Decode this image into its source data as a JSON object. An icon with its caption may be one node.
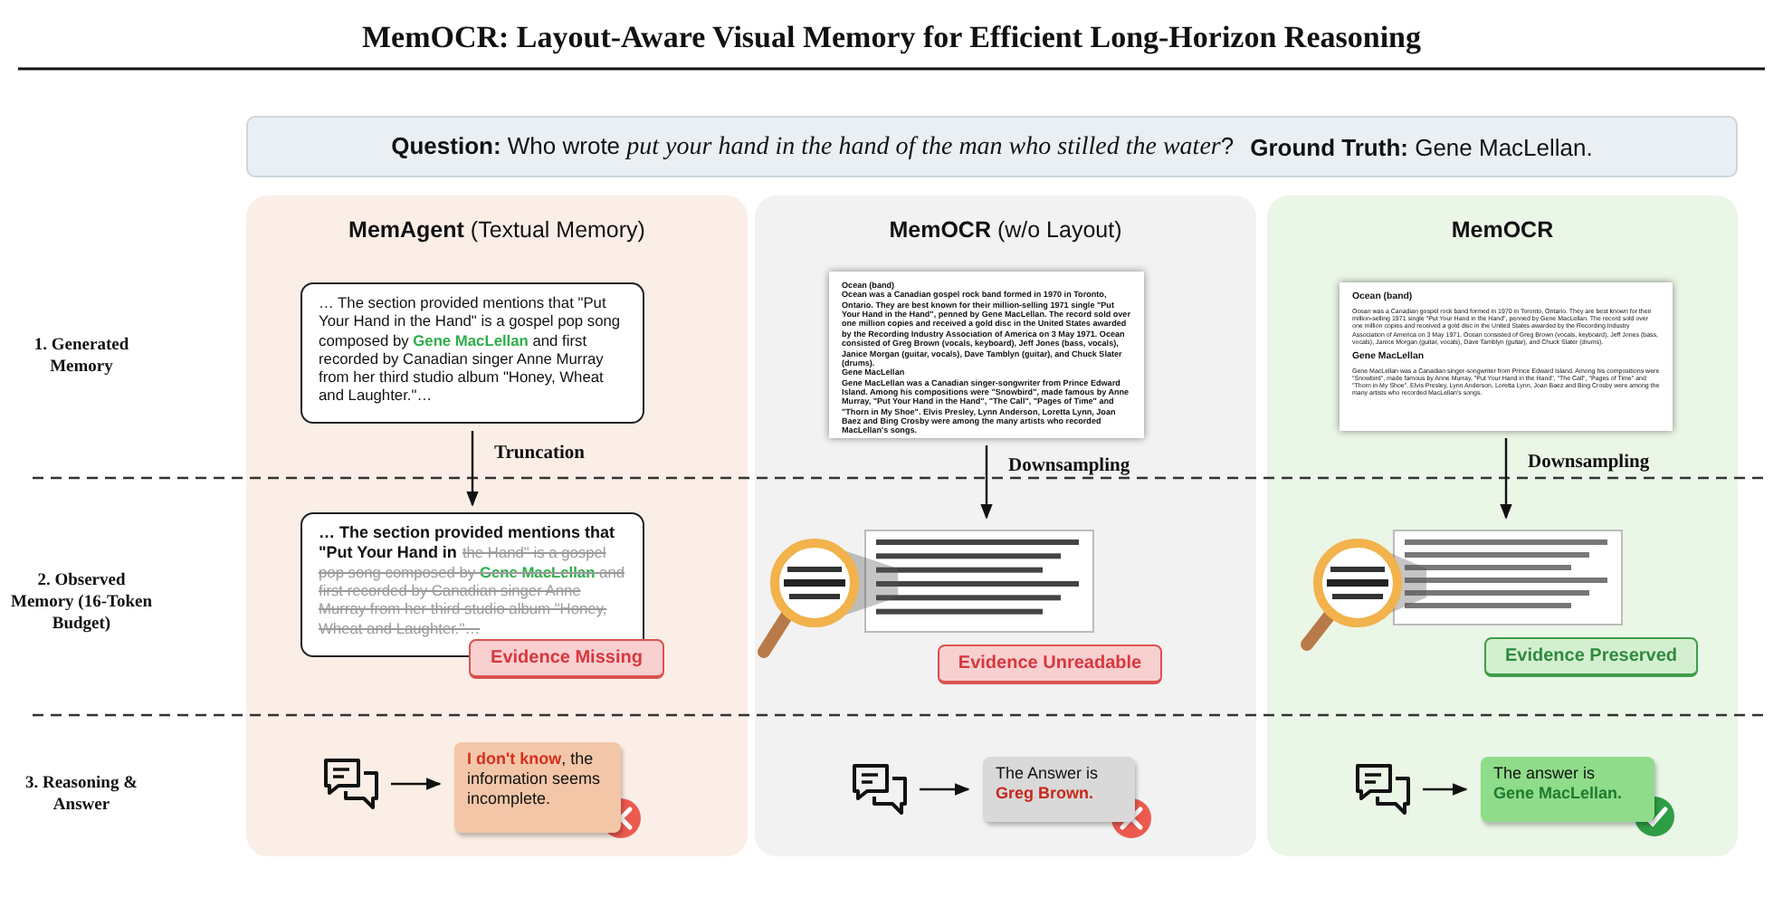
{
  "diagram": {
    "title": "MemOCR: Layout-Aware Visual Memory for Efficient Long-Horizon Reasoning",
    "nodes": [
      {
        "text": [
          "**Question:** Who wrote *put your hand in the hand of the man who stilled the water*?",
          "**Ground Truth:** Gene MacLellan."
        ]
      },
      {
        "text": [
          "**MemAgent** (Textual Memory)"
        ]
      },
      {
        "text": [
          "… The section provided mentions that \"Put Your Hand in the Hand\" is a gospel pop song composed by **Gene MacLellan** and first recorded by Canadian singer Anne Murray from her third studio album \"Honey, Wheat and Laughter.\"…"
        ],
        "in": 1
      },
      {
        "text": [
          "… The section provided mentions that \"Put Your Hand in",
          "the Hand\" is a gospel pop song composed by **Gene MacLellan** and first recorded by Canadian singer Anne Murray from her third studio album \"Honey, Wheat and Laughter.\"…"
        ],
        "in": 1
      },
      {
        "text": [
          "Evidence Missing"
        ],
        "in": 1
      },
      {
        "text": [],
        "shape": "icon",
        "in": 1
      },
      {
        "text": [
          "**I don't know**, the information seems incomplete."
        ],
        "in": 1
      },
      {
        "text": [
          "**MemOCR** (w/o Layout)"
        ]
      },
      {
        "text": [
          "Ocean (band)",
          "Ocean was a Canadian gospel rock band formed in 1970 in Toronto, Ontario. They are best known for their million-selling 1971 single \"Put Your Hand in the Hand\", penned by Gene MacLellan. The record sold over one million copies and received a gold disc in the United States awarded by the Recording Industry Association of America on 3 May 1971. Ocean consisted of Greg Brown (vocals, keyboard), Jeff Jones (bass, vocals), Janice Morgan (guitar, vocals), Dave Tamblyn (guitar), and Chuck Slater (drums).",
          "Gene MacLellan",
          "Gene MacLellan was a Canadian singer-songwriter from Prince Edward Island. Among his compositions were \"Snowbird\", made famous by Anne Murray, \"Put Your Hand in the Hand\", \"The Call\", \"Pages of Time\" and \"Thorn in My Shoe\". Elvis Presley, Lynn Anderson, Loretta Lynn, Joan Baez and Bing Crosby were among the many artists who recorded MacLellan's songs."
        ],
        "in": 7
      },
      {
        "text": [],
        "shape": "picture",
        "in": 7
      },
      {
        "text": [
          "Evidence Unreadable"
        ],
        "in": 7
      },
      {
        "text": [],
        "shape": "icon",
        "in": 7
      },
      {
        "text": [
          "The Answer is",
          "Greg Brown."
        ],
        "in": 7
      },
      {
        "text": [
          "MemOCR"
        ]
      },
      {
        "text": [
          "Ocean (band)",
          "Ocean was a Canadian gospel rock band formed in 1970 in Toronto, Ontario. They are best known for their million-selling 1971 single \"Put Your Hand in the Hand\", penned by Gene MacLellan. The record sold over one million copies and received a gold disc in the United States awarded by the Recording Industry Association of America on 3 May 1971. Ocean consisted of Greg Brown (vocals, keyboard), Jeff Jones (bass, vocals), Janice Morgan (guitar, vocals), Dave Tamblyn (guitar), and Chuck Slater (drums).",
          "Gene MacLellan",
          "Gene MacLellan was a Canadian singer-songwriter from Prince Edward Island. Among his compositions were \"Snowbird\", made famous by Anne Murray, \"Put Your Hand in the Hand\", \"The Call\", \"Pages of Time\" and \"Thorn in My Shoe\". Elvis Presley, Lynn Anderson, Loretta Lynn, Joan Baez and Bing Crosby were among the many artists who recorded MacLellan's songs."
        ],
        "in": 13
      },
      {
        "text": [],
        "shape": "picture",
        "in": 13
      },
      {
        "text": [
          "Evidence Preserved"
        ],
        "in": 13
      },
      {
        "text": [],
        "shape": "icon",
        "in": 13
      },
      {
        "text": [
          "The answer is",
          "Gene MacLellan."
        ],
        "in": 13
      }
    ],
    "edges": [
      {
        "from": 2,
        "to": 3,
        "arrow": "to",
        "label": "Truncation"
      },
      {
        "from": 8,
        "to": 9,
        "arrow": "to",
        "label": "Downsampling"
      },
      {
        "from": 14,
        "to": 15,
        "arrow": "to",
        "label": "Downsampling"
      },
      {
        "from": 5,
        "to": 6,
        "arrow": "to"
      },
      {
        "from": 11,
        "to": 12,
        "arrow": "to"
      },
      {
        "from": 17,
        "to": 18,
        "arrow": "to"
      }
    ],
    "labels": [
      "1. Generated Memory",
      "2. Observed Memory (16-Token Budget)",
      "3. Reasoning & Answer"
    ]
  }
}
